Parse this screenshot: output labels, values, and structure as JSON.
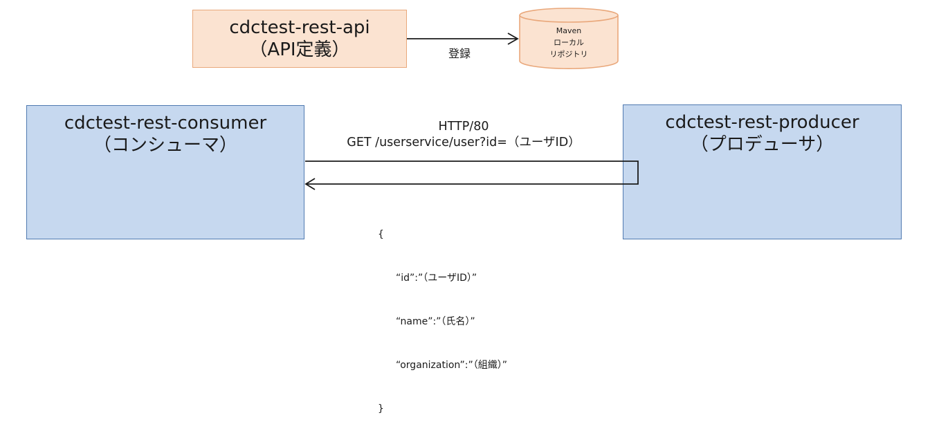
{
  "api_box": {
    "name": "cdctest-rest-api",
    "role": "（API定義）"
  },
  "repository": {
    "line1": "Maven",
    "line2": "ローカル",
    "line3": "リポジトリ"
  },
  "register_arrow": {
    "label": "登録"
  },
  "consumer_box": {
    "name": "cdctest-rest-consumer",
    "role": "（コンシューマ）"
  },
  "producer_box": {
    "name": "cdctest-rest-producer",
    "role": "（プロデューサ）"
  },
  "request": {
    "protocol": "HTTP/80",
    "endpoint": "GET /userservice/user?id=（ユーザID）"
  },
  "response": {
    "open_brace": "{",
    "id_line": "“id”:”（ユーザID）”",
    "name_line": "“name”:”（氏名）”",
    "organization_line": "“organization”:”（組織）”",
    "close_brace": "}"
  },
  "colors": {
    "api_fill": "#fbe3d1",
    "api_border": "#e9a77a",
    "service_fill": "#c6d8ef",
    "service_border": "#4f79b0",
    "line": "#1a1a1a"
  }
}
